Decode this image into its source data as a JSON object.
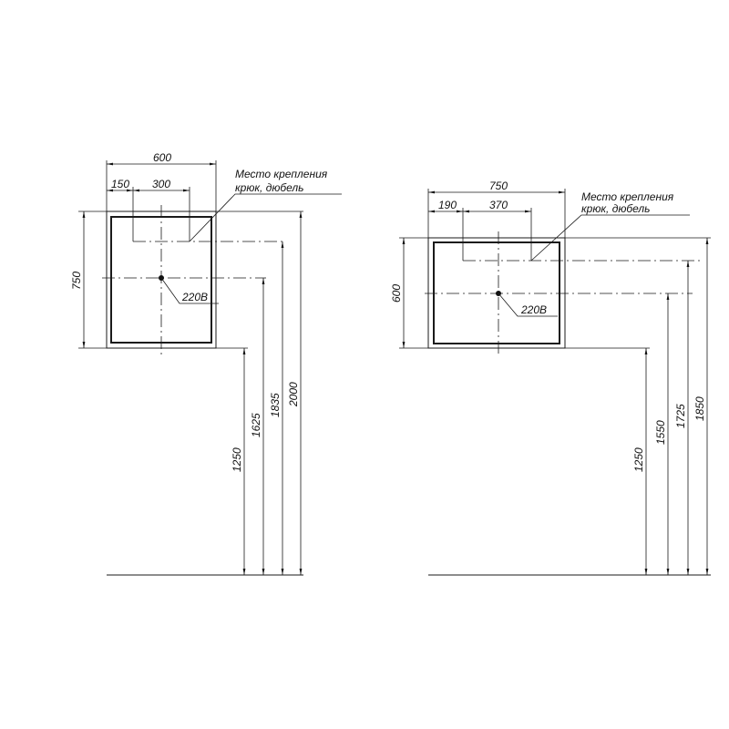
{
  "left": {
    "dim_width": "600",
    "dim_offset": "150",
    "dim_span": "300",
    "dim_height": "750",
    "mount_label_line1": "Место крепления",
    "mount_label_line2": "крюк, дюбель",
    "power_label": "220В",
    "h_bottom": "1250",
    "h_power": "1625",
    "h_mount": "1835",
    "h_top": "2000"
  },
  "right": {
    "dim_width": "750",
    "dim_offset": "190",
    "dim_span": "370",
    "dim_height": "600",
    "mount_label_line1": "Место крепления",
    "mount_label_line2": "крюк, дюбель",
    "power_label": "220В",
    "h_bottom": "1250",
    "h_power": "1550",
    "h_mount": "1725",
    "h_top": "1850"
  }
}
